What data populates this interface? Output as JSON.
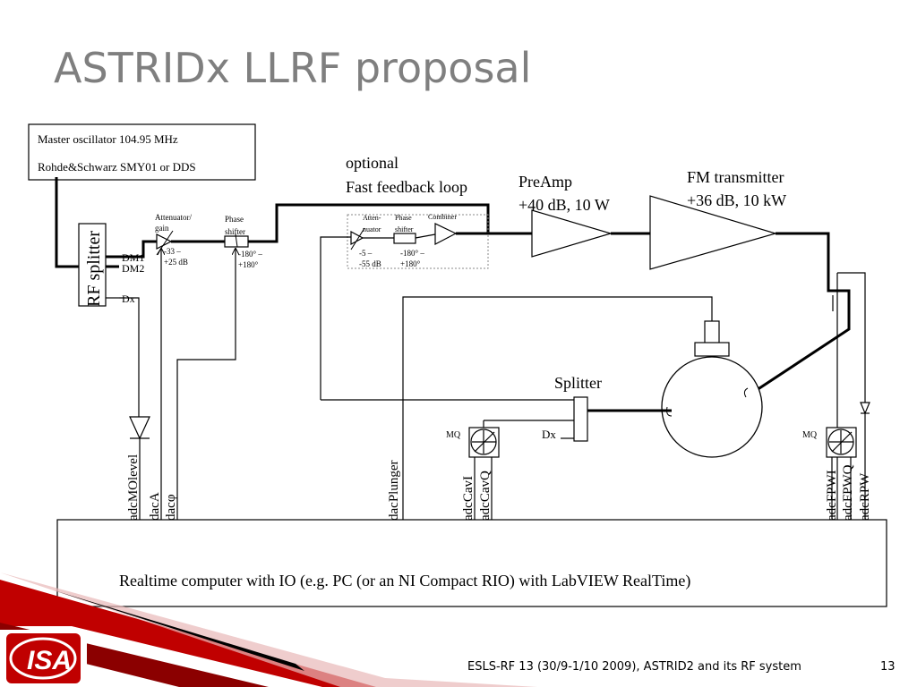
{
  "slide": {
    "title": "ASTRIDx LLRF proposal",
    "footer": "ESLS-RF 13 (30/9-1/10 2009), ASTRID2 and its RF system",
    "page_number": "13",
    "logo_text": "ISA",
    "accent_color": "#c00000"
  },
  "diagram": {
    "master_osc_line1": "Master oscillator 104.95 MHz",
    "master_osc_line2": "Rohde&Schwarz SMY01 or DDS",
    "rf_splitter": "RF splitter",
    "dm1": "DM1",
    "dm2": "DM2",
    "dx_left": "Dx",
    "atten_label_1": "Attenuator/",
    "atten_label_2": "gain",
    "atten_range_1": "-33 –",
    "atten_range_2": "+25 dB",
    "phase_label_1": "Phase",
    "phase_label_2": "shifter",
    "phase_range_1": "-180° –",
    "phase_range_2": "+180°",
    "optional_1": "optional",
    "optional_2": "Fast feedback loop",
    "fb_atten_1": "Atten-",
    "fb_atten_2": "nuator",
    "fb_phase_1": "Phase",
    "fb_phase_2": "shifter",
    "combiner": "Combiner",
    "fb_atten_range_1": "-5 –",
    "fb_atten_range_2": "-55 dB",
    "fb_phase_range_1": "-180° –",
    "fb_phase_range_2": "+180°",
    "preamp_1": "PreAmp",
    "preamp_2": "+40 dB, 10 W",
    "fm_1": "FM transmitter",
    "fm_2": "+36 dB, 10 kW",
    "splitter": "Splitter",
    "dx_right": "Dx",
    "mq_left": "MQ",
    "mq_right": "MQ",
    "sig_adcmolevel": "adcMOlevel",
    "sig_daca": "dacA",
    "sig_dacphi": "dacφ",
    "sig_dacplunger": "dacPlunger",
    "sig_adccavi": "adcCavI",
    "sig_adccavq": "adcCavQ",
    "sig_adcfpwi": "adcFPWI",
    "sig_adcfpwq": "adcFPWQ",
    "sig_adcrpw": "adcRPW",
    "computer": "Realtime computer with IO (e.g. PC (or an NI Compact RIO) with LabVIEW RealTime)"
  }
}
